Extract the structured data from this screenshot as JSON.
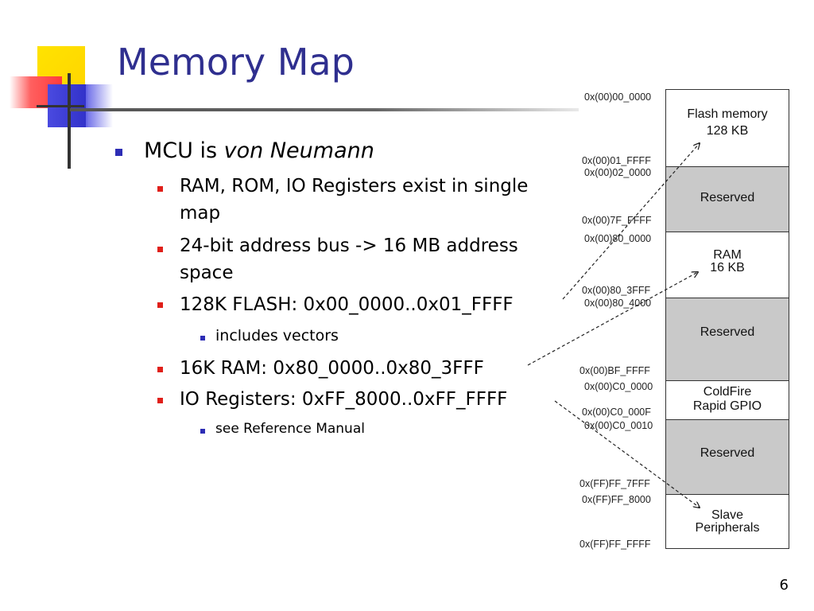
{
  "slide": {
    "title": "Memory Map",
    "page_number": "6"
  },
  "bullets": {
    "l1_prefix": "MCU is ",
    "l1_italic": "von Neumann",
    "items": [
      {
        "text": "RAM, ROM, IO Registers exist in single map"
      },
      {
        "text": "24-bit address bus -> 16 MB address space"
      },
      {
        "text": "128K FLASH: 0x00_0000..0x01_FFFF"
      },
      {
        "sub": "includes vectors"
      },
      {
        "text": "16K RAM: 0x80_0000..0x80_3FFF"
      },
      {
        "text": "IO Registers: 0xFF_8000..0xFF_FFFF"
      },
      {
        "sub": "see Reference Manual"
      }
    ]
  },
  "memory_map": {
    "regions": [
      {
        "label_line1": "Flash memory",
        "label_line2": "128 KB",
        "start": "0x(00)00_0000",
        "end": "0x(00)01_FFFF",
        "shaded": false
      },
      {
        "label_line1": "Reserved",
        "label_line2": "",
        "start": "0x(00)02_0000",
        "end": "0x(00)7F_FFFF",
        "shaded": true
      },
      {
        "label_line1": "RAM",
        "label_line2": "16 KB",
        "start": "0x(00)80_0000",
        "end": "0x(00)80_3FFF",
        "shaded": false
      },
      {
        "label_line1": "Reserved",
        "label_line2": "",
        "start": "0x(00)80_4000",
        "end": "0x(00)BF_FFFF",
        "shaded": true
      },
      {
        "label_line1": "ColdFire",
        "label_line2": "Rapid GPIO",
        "start": "0x(00)C0_0000",
        "end": "0x(00)C0_000F",
        "shaded": false
      },
      {
        "label_line1": "Reserved",
        "label_line2": "",
        "start": "0x(00)C0_0010",
        "end": "0x(FF)FF_7FFF",
        "shaded": true
      },
      {
        "label_line1": "Slave",
        "label_line2": "Peripherals",
        "start": "0x(FF)FF_8000",
        "end": "0x(FF)FF_FFFF",
        "shaded": false
      }
    ],
    "colors": {
      "shaded": "#c9c9c9",
      "unshaded": "#ffffff",
      "border": "#333333"
    }
  },
  "colors": {
    "title": "#2f2f8f",
    "bullet_l1": "#2d2db5",
    "bullet_l2": "#e0201a",
    "bullet_l3": "#2d2db5"
  }
}
